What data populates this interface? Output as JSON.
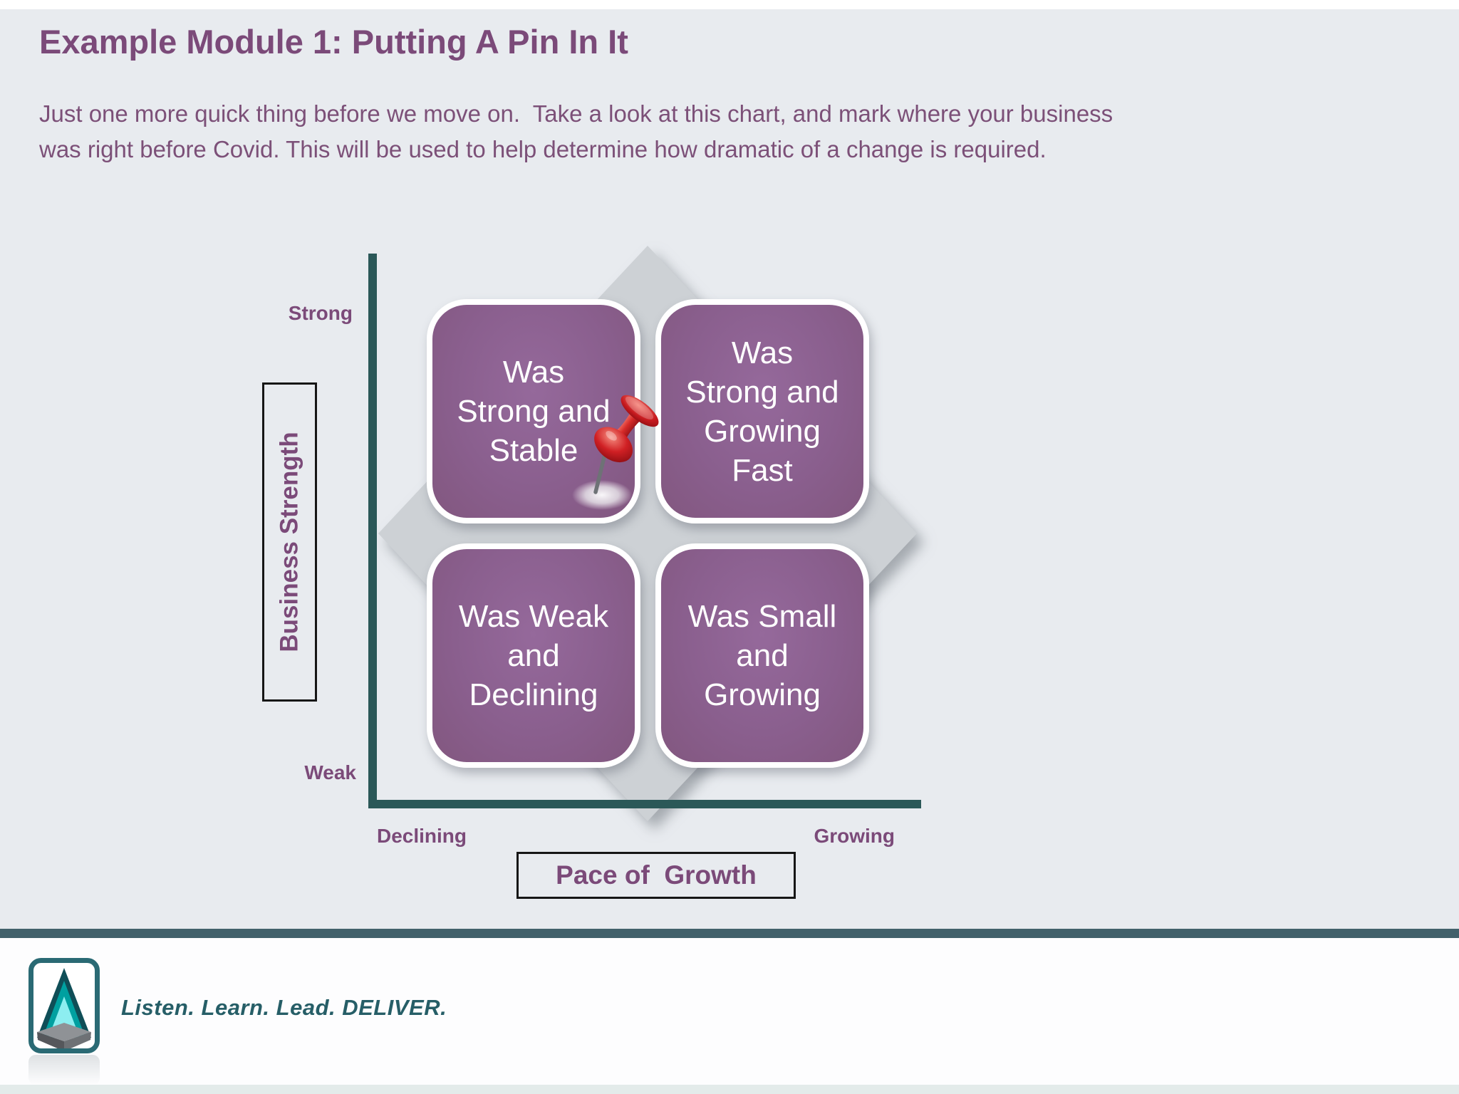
{
  "slide": {
    "title": "Example Module 1: Putting A Pin In It",
    "intro_lines": [
      "Just one more quick thing before we move on.  Take a look at this chart, and mark where your business",
      "was right before Covid. This will be used to help determine how dramatic of a change is required."
    ]
  },
  "matrix": {
    "y_axis": {
      "label": "Business Strength",
      "top_tick": "Strong",
      "bottom_tick": "Weak"
    },
    "x_axis": {
      "label": "Pace of  Growth",
      "left_tick": "Declining",
      "right_tick": "Growing"
    },
    "quadrants": [
      {
        "position": "top-left",
        "label": "Was\nStrong and\nStable",
        "pinned": true
      },
      {
        "position": "top-right",
        "label": "Was\nStrong and\nGrowing\nFast",
        "pinned": false
      },
      {
        "position": "bottom-left",
        "label": "Was Weak\nand\nDeclining",
        "pinned": false
      },
      {
        "position": "bottom-right",
        "label": "Was Small\nand\nGrowing",
        "pinned": false
      }
    ],
    "pin": {
      "marker": "red-pushpin",
      "placed_on": "Was Strong and Stable"
    }
  },
  "footer": {
    "tagline": "Listen. Learn. Lead. DELIVER.",
    "logo": "arrow-mountain-logo"
  },
  "colors": {
    "background": "#e8ebef",
    "accent_purple": "#7b4a79",
    "quadrant_purple": "#8a5f8e",
    "axis_teal": "#2b5858",
    "separator_teal": "#42616b",
    "diamond_gray": "#cdd1d5",
    "pin_red": "#d62a28"
  }
}
